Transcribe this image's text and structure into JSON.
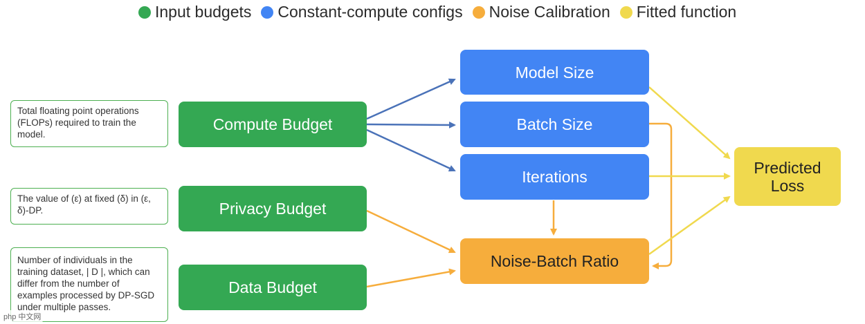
{
  "legend": [
    {
      "label": "Input budgets",
      "color": "#34a853"
    },
    {
      "label": "Constant-compute configs",
      "color": "#4285f4"
    },
    {
      "label": "Noise Calibration",
      "color": "#f6ad3c"
    },
    {
      "label": "Fitted function",
      "color": "#f0d94e"
    }
  ],
  "descriptions": {
    "compute": "Total floating point operations (FLOPs) required to train the model.",
    "privacy": "The value of (ε) at fixed (δ) in (ε, δ)-DP.",
    "data": "Number of individuals in the training dataset, | D |, which can differ from the number of examples processed by DP-SGD under multiple passes."
  },
  "budgets": {
    "compute": "Compute Budget",
    "privacy": "Privacy Budget",
    "data": "Data Budget"
  },
  "configs": {
    "model_size": "Model Size",
    "batch_size": "Batch Size",
    "iterations": "Iterations"
  },
  "noise": {
    "label": "Noise-Batch Ratio"
  },
  "output": {
    "label": "Predicted Loss"
  },
  "colors": {
    "blue_arrow": "#4a72b8",
    "orange_arrow": "#f6ad3c",
    "yellow_arrow": "#f0d94e"
  },
  "watermark": "php 中文网"
}
